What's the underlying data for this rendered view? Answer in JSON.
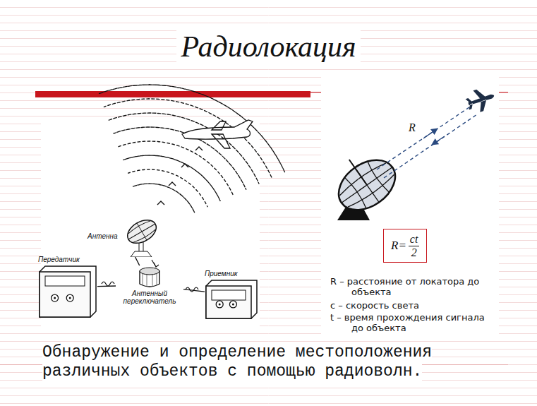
{
  "diagram": {
    "title": "Радиолокация",
    "caption": "Обнаружение и определение местоположения различных объектов с помощью радиоволн.",
    "nodes": [
      {
        "text": [
          "Передатчик"
        ]
      },
      {
        "text": [
          "Антенна"
        ]
      },
      {
        "text": [
          "Антенный переключатель"
        ]
      },
      {
        "text": [
          "Приемник"
        ]
      },
      {
        "text": [
          "R=",
          "ct",
          "2"
        ]
      }
    ],
    "edges": [
      {
        "from": 0,
        "to": 2,
        "arrow": "none"
      },
      {
        "from": 2,
        "to": 1,
        "arrow": "none"
      },
      {
        "from": 2,
        "to": 3,
        "arrow": "none"
      }
    ],
    "labels": [
      "R",
      "R – расстояние от локатора до объекта",
      "c – скорость света",
      "t – время прохождения сигнала до объекта"
    ]
  }
}
